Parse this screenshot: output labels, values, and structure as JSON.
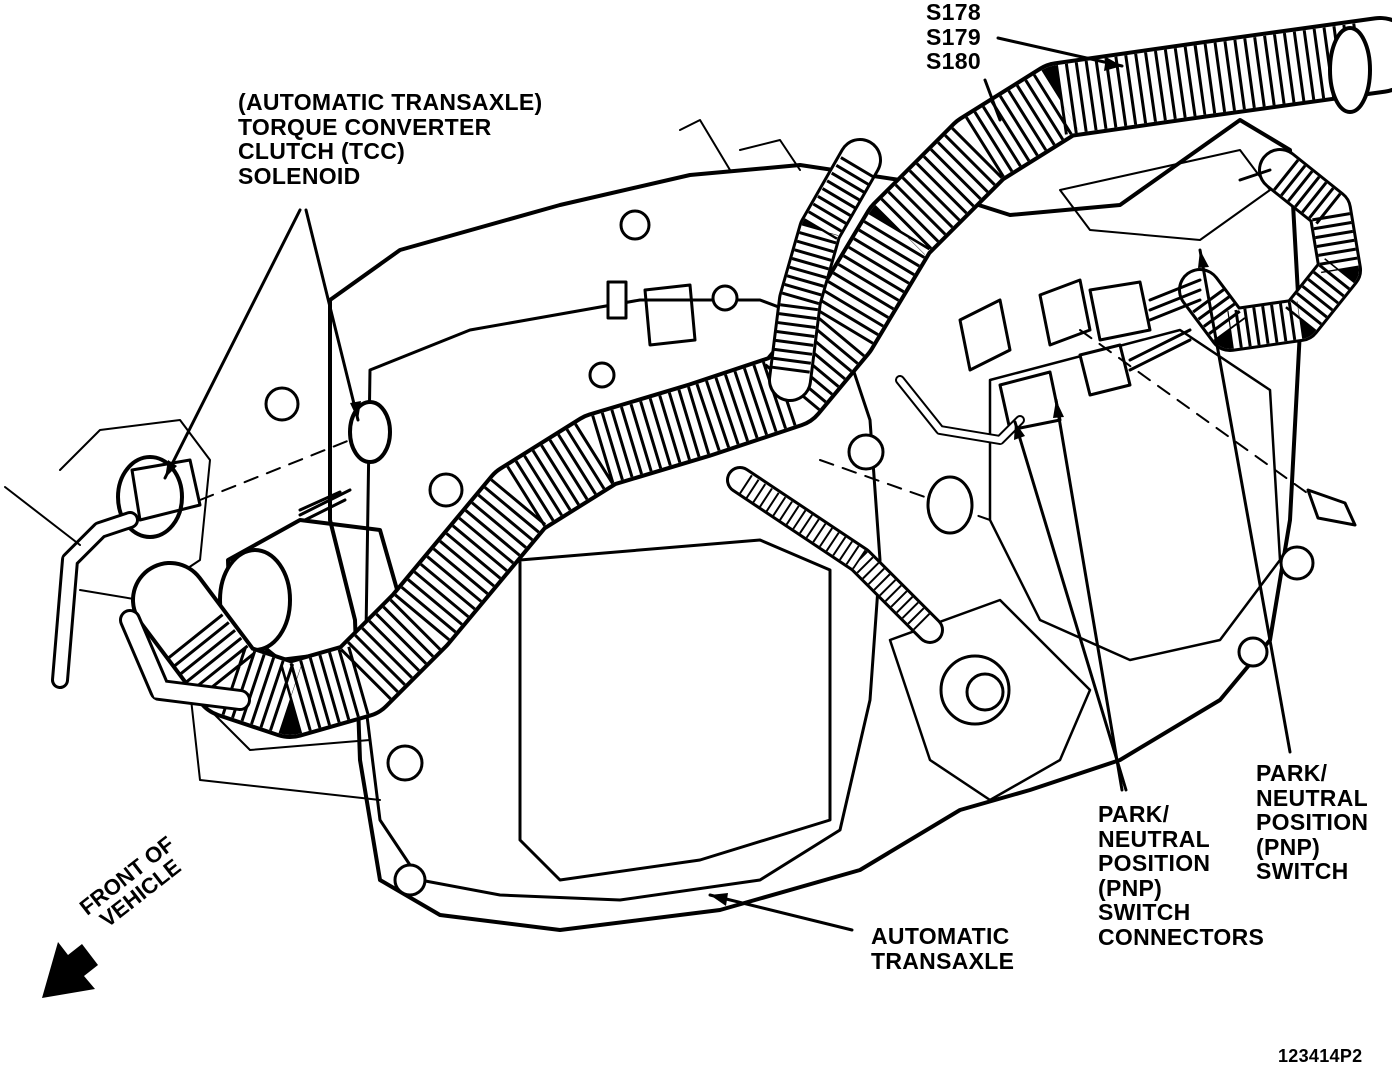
{
  "labels": {
    "splices": [
      "S178",
      "S179",
      "S180"
    ],
    "tcc_solenoid": [
      "(AUTOMATIC TRANSAXLE)",
      "TORQUE CONVERTER",
      "CLUTCH (TCC)",
      "SOLENOID"
    ],
    "pnp_switch_connectors": [
      "PARK/",
      "NEUTRAL",
      "POSITION",
      "(PNP)",
      "SWITCH",
      "CONNECTORS"
    ],
    "pnp_switch": [
      "PARK/",
      "NEUTRAL",
      "POSITION",
      "(PNP)",
      "SWITCH"
    ],
    "automatic_transaxle": [
      "AUTOMATIC",
      "TRANSAXLE"
    ],
    "front_of_vehicle": [
      "FRONT OF",
      "VEHICLE"
    ],
    "figure_code": "123414P2"
  }
}
